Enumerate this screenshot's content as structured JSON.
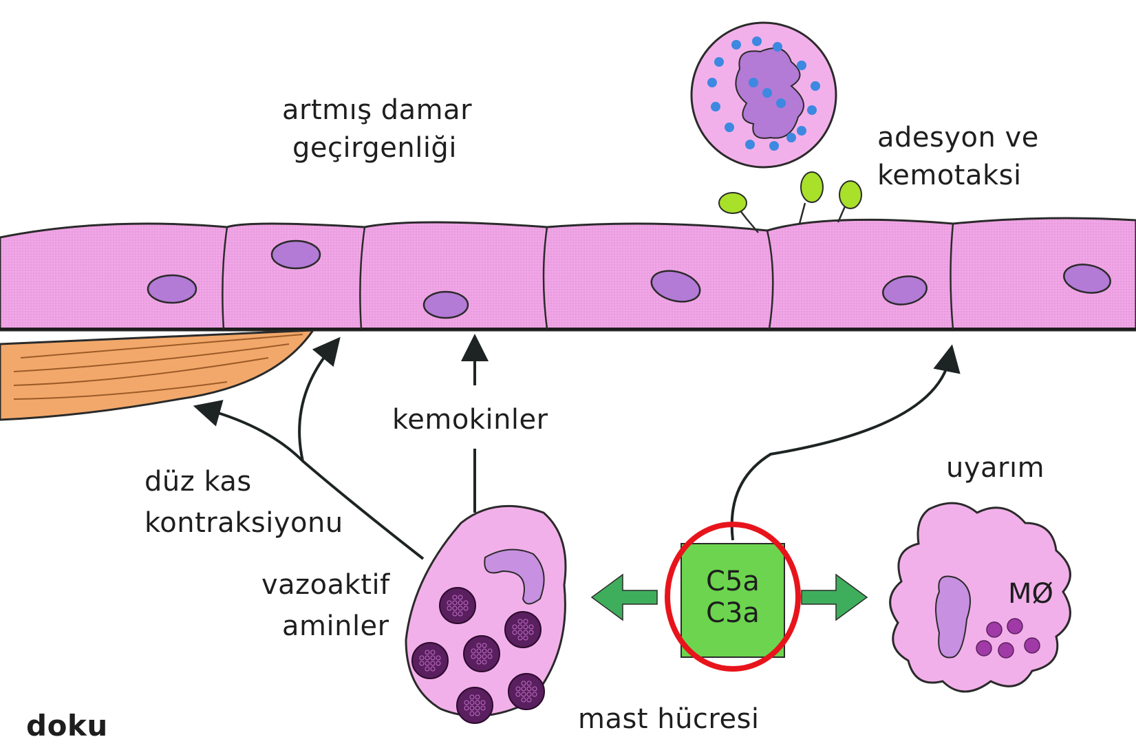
{
  "labels": {
    "permeability_line1": "artmış damar",
    "permeability_line2": "geçirgenliği",
    "adhesion_line1": "adesyon ve",
    "adhesion_line2": "kemotaksi",
    "chemokines": "kemokinler",
    "smooth_muscle_line1": "düz kas",
    "smooth_muscle_line2": "kontraksiyonu",
    "vasoactive_line1": "vazoaktif",
    "vasoactive_line2": "aminler",
    "mast_cell": "mast hücresi",
    "stimulation": "uyarım",
    "macrophage": "MØ",
    "tissue": "doku"
  },
  "complement_box": {
    "line1": "C5a",
    "line2": "C3a"
  },
  "colors": {
    "endothelium": "#f0a6e6",
    "nucleus": "#b37ad6",
    "smooth_muscle": "#f2a86a",
    "green_box": "#6cd44e",
    "green_arrow": "#3fae5c",
    "highlight_ring": "#e8141c",
    "granule": "#5a1f5e",
    "neutrophil_dot": "#3d88e0",
    "adhesion_molecule": "#a8e02a"
  }
}
